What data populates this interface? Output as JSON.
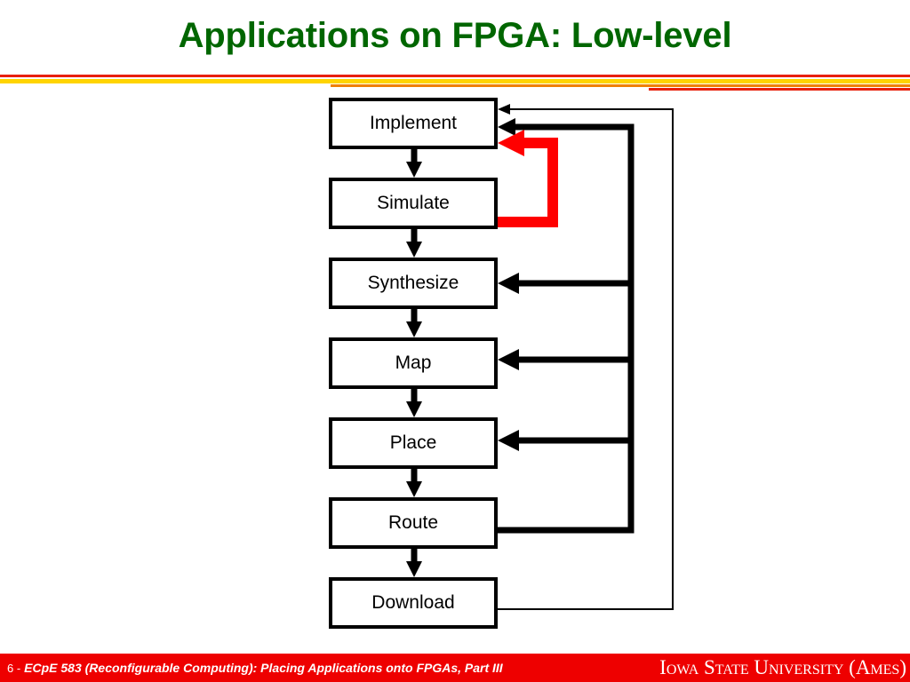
{
  "slide": {
    "title": "Applications on FPGA: Low-level",
    "title_color": "#006600",
    "background": "#ffffff"
  },
  "header_rules": {
    "red_color": "#E8200A",
    "yellow_color": "#FFD400",
    "orange_color": "#F08000"
  },
  "diagram": {
    "type": "flowchart",
    "orientation": "vertical",
    "node_fill": "#ffffff",
    "node_stroke": "#000000",
    "feedback_red_color": "#FF0000",
    "nodes": [
      {
        "id": "implement",
        "label": "Implement"
      },
      {
        "id": "simulate",
        "label": "Simulate"
      },
      {
        "id": "synthesize",
        "label": "Synthesize"
      },
      {
        "id": "map",
        "label": "Map"
      },
      {
        "id": "place",
        "label": "Place"
      },
      {
        "id": "route",
        "label": "Route"
      },
      {
        "id": "download",
        "label": "Download"
      }
    ],
    "forward_edges": [
      {
        "from": "implement",
        "to": "simulate"
      },
      {
        "from": "simulate",
        "to": "synthesize"
      },
      {
        "from": "synthesize",
        "to": "map"
      },
      {
        "from": "map",
        "to": "place"
      },
      {
        "from": "place",
        "to": "route"
      },
      {
        "from": "route",
        "to": "download"
      }
    ],
    "feedback_edges": [
      {
        "from": "simulate",
        "to": "implement",
        "color": "#FF0000",
        "weight": "thick"
      },
      {
        "from": "route",
        "to": "implement",
        "color": "#000000",
        "weight": "thick"
      },
      {
        "from": "route",
        "to": "synthesize",
        "color": "#000000",
        "weight": "thick"
      },
      {
        "from": "route",
        "to": "map",
        "color": "#000000",
        "weight": "thick"
      },
      {
        "from": "route",
        "to": "place",
        "color": "#000000",
        "weight": "thick"
      },
      {
        "from": "download",
        "to": "implement",
        "color": "#000000",
        "weight": "thin"
      }
    ]
  },
  "footer": {
    "background": "#EE0000",
    "page_number": "6 -",
    "course_text": "ECpE 583 (Reconfigurable Computing): Placing Applications onto FPGAs, Part III",
    "institution": "Iowa State University (Ames)"
  }
}
